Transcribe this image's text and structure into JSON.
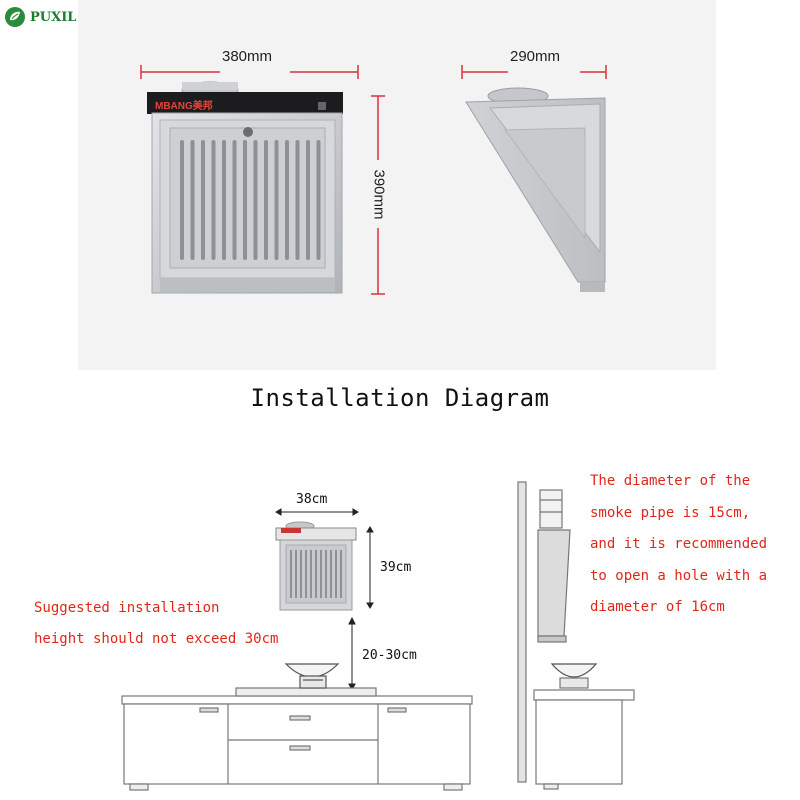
{
  "brand": {
    "logo_text": "PUXIL",
    "hood_brand": "MBANG美邦"
  },
  "product_photo": {
    "width_label": "380mm",
    "depth_label": "290mm",
    "height_label": "390mm"
  },
  "title": "Installation Diagram",
  "install_diagram": {
    "hood_width": "38cm",
    "hood_height": "39cm",
    "install_height": "20-30cm",
    "height_note_line1": "Suggested installation",
    "height_note_line2": "height should not exceed 30cm",
    "pipe_note_line1": "The diameter of the",
    "pipe_note_line2": "smoke pipe is 15cm,",
    "pipe_note_line3": "and it is recommended",
    "pipe_note_line4": "to open a hole with a",
    "pipe_note_line5": "diameter of 16cm"
  },
  "colors": {
    "dimension_line": "#d9333a",
    "note_text": "#e0261b",
    "logo": "#1e7a2e"
  }
}
